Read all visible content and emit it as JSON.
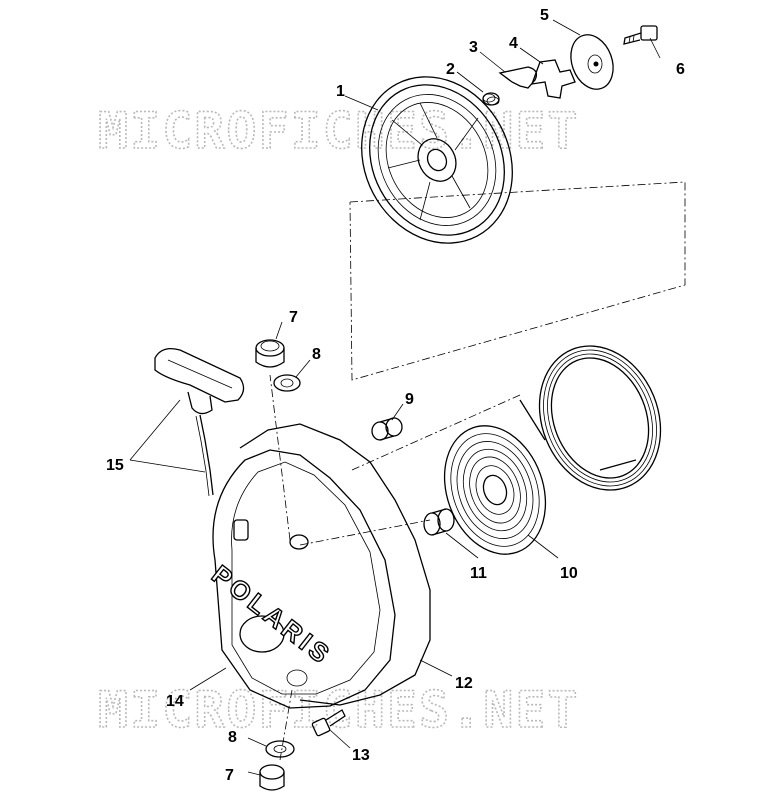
{
  "watermark": "MICROFICHES.NET",
  "brand_text": "POLARIS",
  "callouts": [
    {
      "id": "c1",
      "label": "1"
    },
    {
      "id": "c2",
      "label": "2"
    },
    {
      "id": "c3",
      "label": "3"
    },
    {
      "id": "c4",
      "label": "4"
    },
    {
      "id": "c5",
      "label": "5"
    },
    {
      "id": "c6",
      "label": "6"
    },
    {
      "id": "c7a",
      "label": "7"
    },
    {
      "id": "c8a",
      "label": "8"
    },
    {
      "id": "c9",
      "label": "9"
    },
    {
      "id": "c10",
      "label": "10"
    },
    {
      "id": "c11",
      "label": "11"
    },
    {
      "id": "c12",
      "label": "12"
    },
    {
      "id": "c13",
      "label": "13"
    },
    {
      "id": "c14",
      "label": "14"
    },
    {
      "id": "c15",
      "label": "15"
    },
    {
      "id": "c8b",
      "label": "8"
    },
    {
      "id": "c7b",
      "label": "7"
    }
  ]
}
